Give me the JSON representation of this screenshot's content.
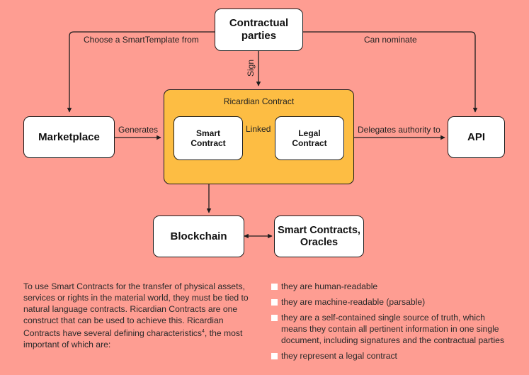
{
  "diagram": {
    "nodes": {
      "contractual_parties": "Contractual parties",
      "marketplace": "Marketplace",
      "api": "API",
      "ricardian_contract": "Ricardian Contract",
      "smart_contract": "Smart Contract",
      "legal_contract": "Legal Contract",
      "blockchain": "Blockchain",
      "smart_contracts_oracles": "Smart Contracts, Oracles"
    },
    "edges": {
      "choose": "Choose a SmartTemplate from",
      "nominate": "Can nominate",
      "sign": "Sign",
      "generates": "Generates",
      "linked": "Linked",
      "delegates": "Delegates authority to"
    }
  },
  "text": {
    "paragraph": "To use Smart Contracts for the transfer of physical assets, services or rights in the material world, they must be tied to natural language contracts. Ricardian Contracts are one construct that can be used to achieve this. Ricardian Contracts have several defining characteristics",
    "footnote": "4",
    "paragraph_end": ", the most important of which are:",
    "bullets": [
      "they are human-readable",
      "they are machine-readable (parsable)",
      "they are a self-contained single source of truth, which means they contain all pertinent information in one single document, including signatures and the contractual parties",
      "they represent a legal contract"
    ]
  },
  "colors": {
    "background": "#fe9d92",
    "container": "#fdbd43",
    "box": "#ffffff",
    "line": "#1d1d1d"
  }
}
